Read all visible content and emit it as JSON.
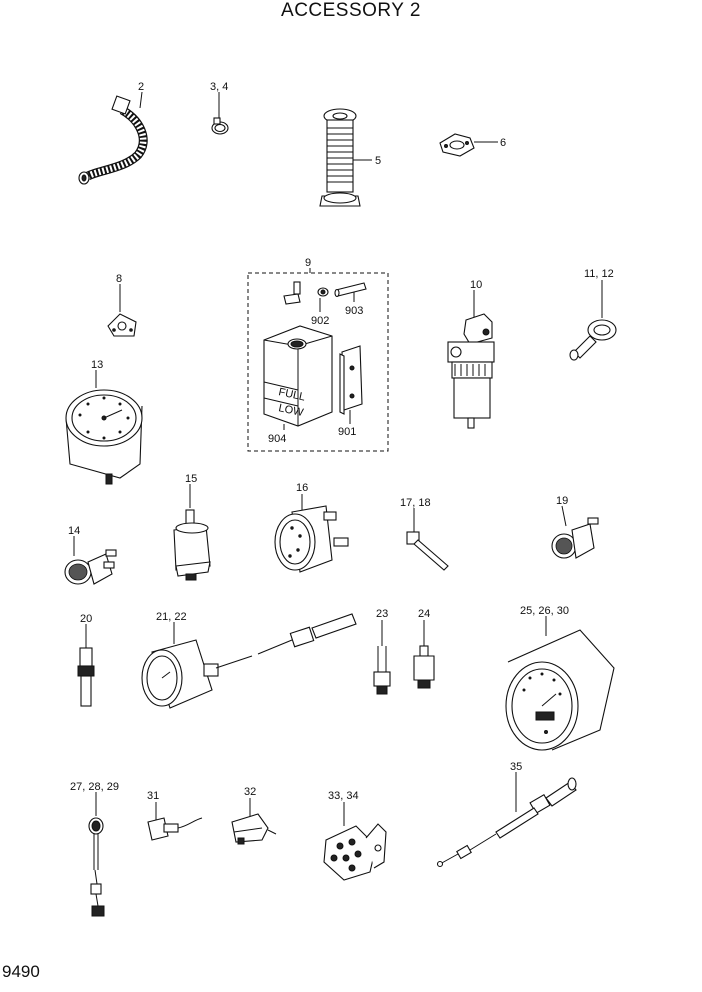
{
  "title": "ACCESSORY 2",
  "page_number": "9490",
  "callouts": {
    "p2": "2",
    "p3_4": "3, 4",
    "p5": "5",
    "p6": "6",
    "p8": "8",
    "p9": "9",
    "p902": "902",
    "p903": "903",
    "p904": "904",
    "p901": "901",
    "p10": "10",
    "p11_12": "11, 12",
    "p13": "13",
    "p14": "14",
    "p15": "15",
    "p16": "16",
    "p17_18": "17, 18",
    "p19": "19",
    "p20": "20",
    "p21_22": "21, 22",
    "p23": "23",
    "p24": "24",
    "p25_26_30": "25, 26, 30",
    "p27_28_29": "27, 28, 29",
    "p31": "31",
    "p32": "32",
    "p33_34": "33, 34",
    "p35": "35"
  },
  "tank_labels": {
    "full": "FULL",
    "low": "LOW"
  }
}
